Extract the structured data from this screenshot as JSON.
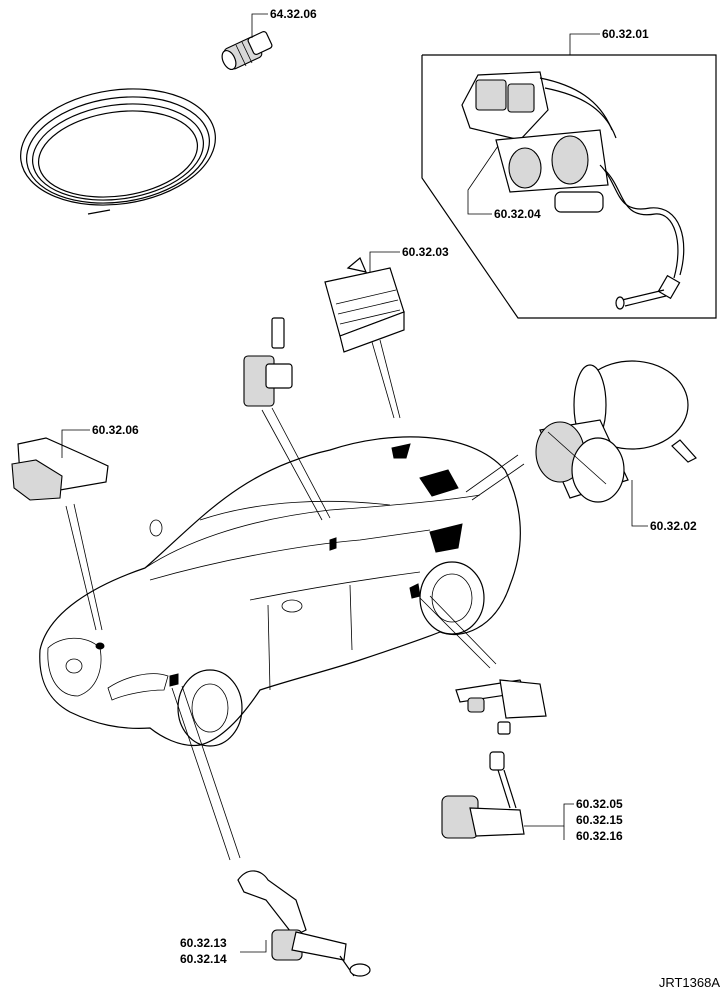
{
  "labels": {
    "fitting": "64.32.06",
    "compressor_assembly": "60.32.01",
    "compressor_sub": "60.32.04",
    "control_module": "60.32.03",
    "reservoir": "60.32.02",
    "front_valve_block": "60.32.06",
    "rear_sensor_1": "60.32.05",
    "rear_sensor_2": "60.32.15",
    "rear_sensor_3": "60.32.16",
    "front_sensor_1": "60.32.13",
    "front_sensor_2": "60.32.14"
  },
  "reference": "JRT1368A"
}
